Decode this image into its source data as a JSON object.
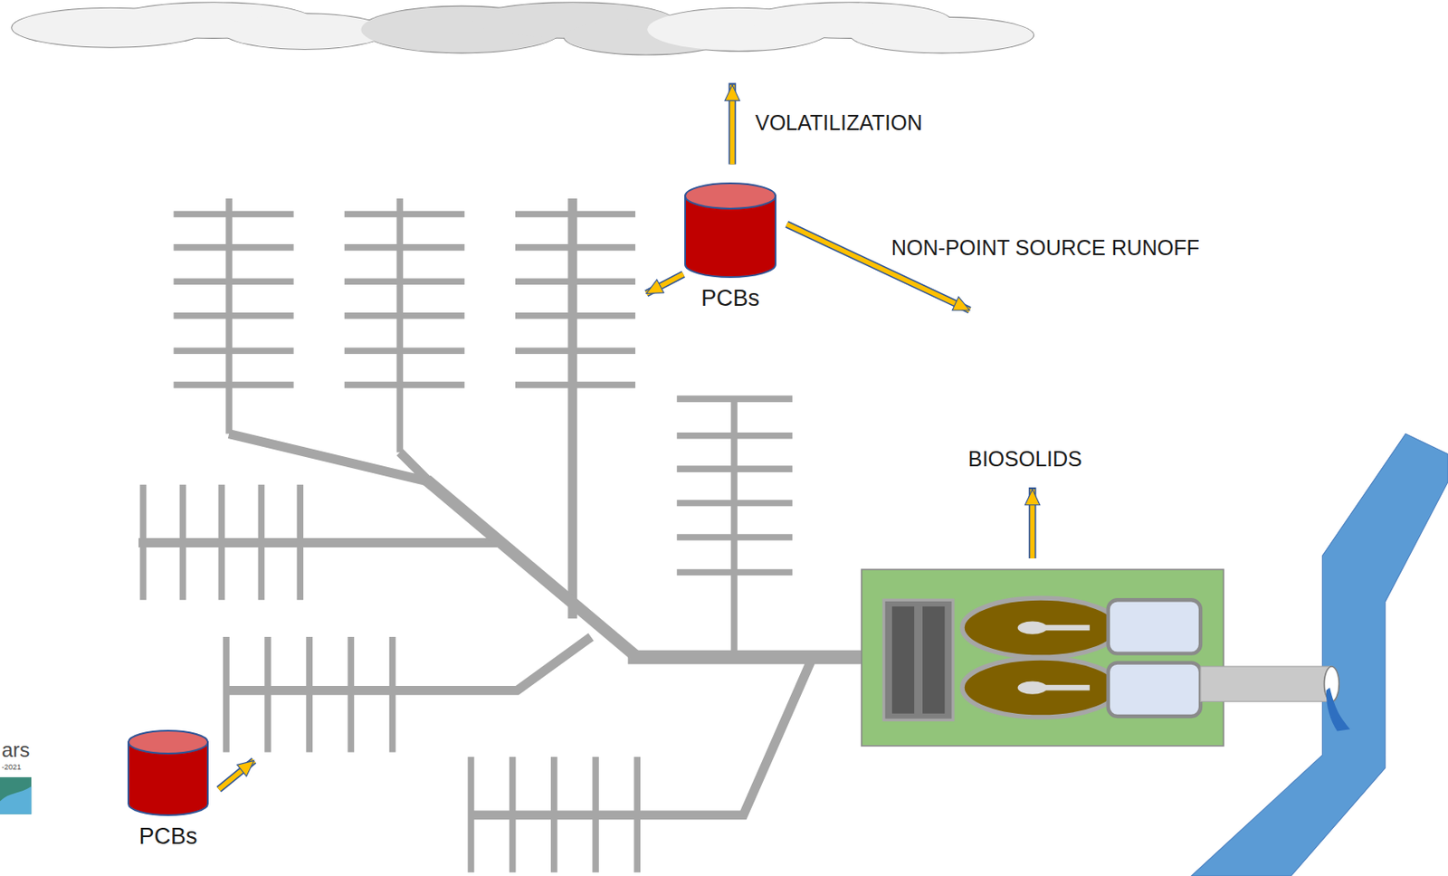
{
  "diagram": {
    "nodes": [
      {
        "text": [
          "PCBs"
        ]
      },
      {
        "text": [
          "PCBs"
        ]
      }
    ],
    "labels": [
      "VOLATILIZATION",
      "NON-POINT SOURCE RUNOFF",
      "BIOSOLIDS",
      "ars",
      "-2021"
    ]
  }
}
